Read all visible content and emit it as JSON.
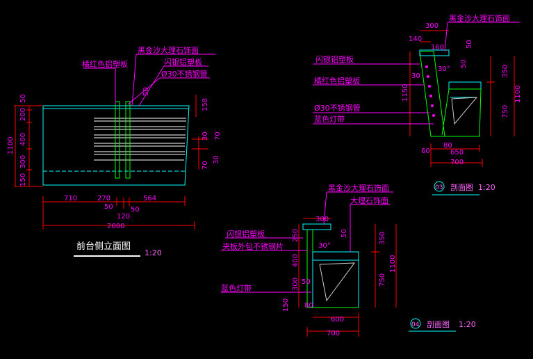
{
  "colors": {
    "background": "#000000",
    "annotation": "#ff00ff",
    "dimension": "#ff0000",
    "outline_cyan": "#00ffff",
    "outline_green": "#00ff00",
    "white": "#ffffff",
    "title_white": "#ffffff",
    "scale_pink": "#ff66ff",
    "yellow": "#ffff00",
    "grey": "#cccccc"
  },
  "drawing_front": {
    "title": "前台侧立面图",
    "scale": "1:20",
    "labels": {
      "orange_panel": "橘红色铝塑板",
      "black_marble": "黑金沙大理石饰面",
      "silver_panel": "闪银铝塑板",
      "steel_pipe": "Ø30不锈钢管"
    },
    "dims_left": [
      "50",
      "200",
      "400",
      "300",
      "150"
    ],
    "dim_left_total": "1100",
    "dims_right": [
      "50",
      "158",
      "30",
      "70",
      "70",
      "30"
    ],
    "dims_bottom": [
      "710",
      "270",
      "564",
      "50",
      "50",
      "120"
    ],
    "dim_bottom_total": "2000"
  },
  "section_03": {
    "number": "03",
    "title": "剖面图",
    "scale": "1:20",
    "labels": {
      "black_marble": "黑金沙大理石饰面",
      "silver_panel": "闪银铝塑板",
      "orange_panel": "橘红色铝塑板",
      "steel_pipe": "Ø30不锈钢管",
      "blue_light": "蓝色灯带"
    },
    "dims_top": [
      "300",
      "140",
      "160",
      "50"
    ],
    "dims_misc": [
      "30",
      "30°",
      "50",
      "80",
      "60"
    ],
    "dim_height_left": "1150",
    "dims_right": [
      "350",
      "750"
    ],
    "dim_right_total": "1100",
    "dims_bottom": [
      "650",
      "700"
    ]
  },
  "section_04": {
    "number": "04",
    "title": "剖面图",
    "scale": "1:20",
    "labels": {
      "black_marble": "黑金沙大理石饰面",
      "marble": "大理石饰面",
      "silver_panel": "闪银铝塑板",
      "steel_clad": "夹板外包不锈钢片",
      "blue_light": "蓝色灯带"
    },
    "dims_top": [
      "300",
      "50"
    ],
    "dims_left": [
      "250",
      "400",
      "300",
      "150"
    ],
    "dims_misc": [
      "30°",
      "50",
      "80"
    ],
    "dims_right": [
      "350",
      "750"
    ],
    "dim_right_total": "1100",
    "dims_bottom": [
      "600",
      "700"
    ]
  }
}
